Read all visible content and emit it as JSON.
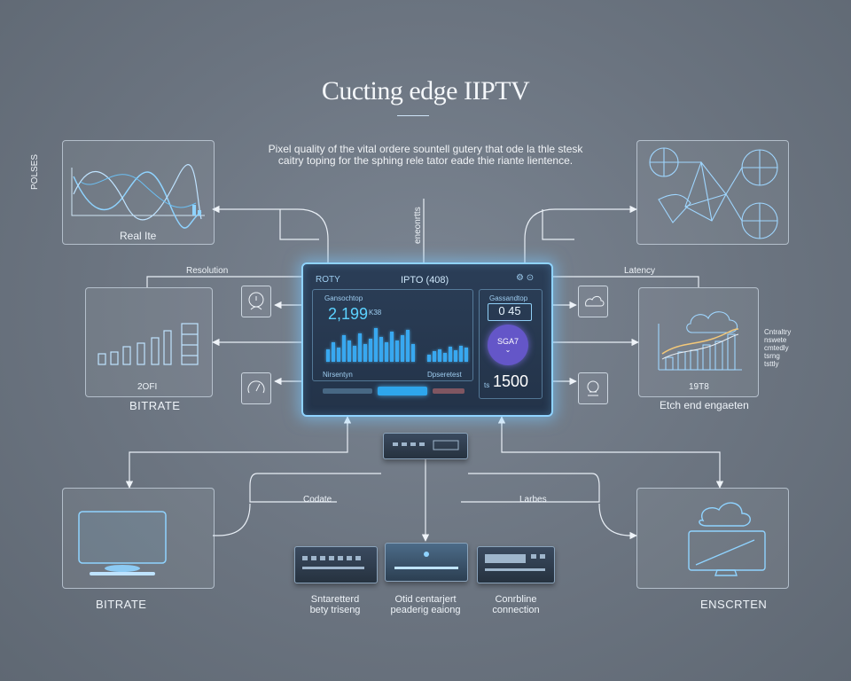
{
  "title": "Cucting edge IIPTV",
  "subtitle": "Pixel quality of the vital ordere sountell gutery that ode la thle stesk caitry toping for the sphing rele tator eade thie riante lientence.",
  "top_left_panel": {
    "label": "Real Ite",
    "side_text": "POLSES"
  },
  "top_center_vertical_text": "eneonrtts",
  "left_mid_panel": {
    "caption_top": "Resolution",
    "caption_inner": "2OFI",
    "label": "BITRATE"
  },
  "right_mid_panel": {
    "caption_top": "Latency",
    "caption_inner": "19T8",
    "label": "Etch end engaeten",
    "side_text": [
      "Cntraltry",
      "nswete",
      "cmtedly",
      "tsrng",
      "tsttly"
    ]
  },
  "bottom_left_panel": {
    "label": "BITRATE"
  },
  "bottom_right_panel": {
    "label": "ENSCRTEN"
  },
  "bottom_left_link": "Codate",
  "bottom_right_link": "Larbes",
  "devices": [
    {
      "caption": "Sntaretterd\nbety triseng"
    },
    {
      "caption": "Otid centarjert\npeaderig eaiong"
    },
    {
      "caption": "Conrbline\nconnection"
    }
  ],
  "dashboard": {
    "left_title": "ROTY",
    "center_title": "IPTO (408)",
    "stat_label_1": "Gansochtop",
    "stat_value_1": "2,199",
    "stat_unit_1": "K38",
    "stat_label_2": "Gassandtop",
    "stat_value_2": "0 45",
    "circle_label": "SGA7",
    "big_value": "1500",
    "big_prefix": "ts",
    "footer_label_1": "Nirsentyn",
    "footer_label_2": "Dpseretest",
    "bars_left": [
      0.35,
      0.55,
      0.4,
      0.75,
      0.6,
      0.45,
      0.8,
      0.5,
      0.65,
      0.95,
      0.7,
      0.55,
      0.85,
      0.6,
      0.75,
      0.9,
      0.5
    ],
    "bars_right": [
      0.3,
      0.45,
      0.55,
      0.4,
      0.65,
      0.5,
      0.7,
      0.6
    ]
  },
  "colors": {
    "accent": "#38a8f0",
    "glow": "#8fd3ff",
    "background": "#6b7480",
    "circle": "#6456c8"
  }
}
